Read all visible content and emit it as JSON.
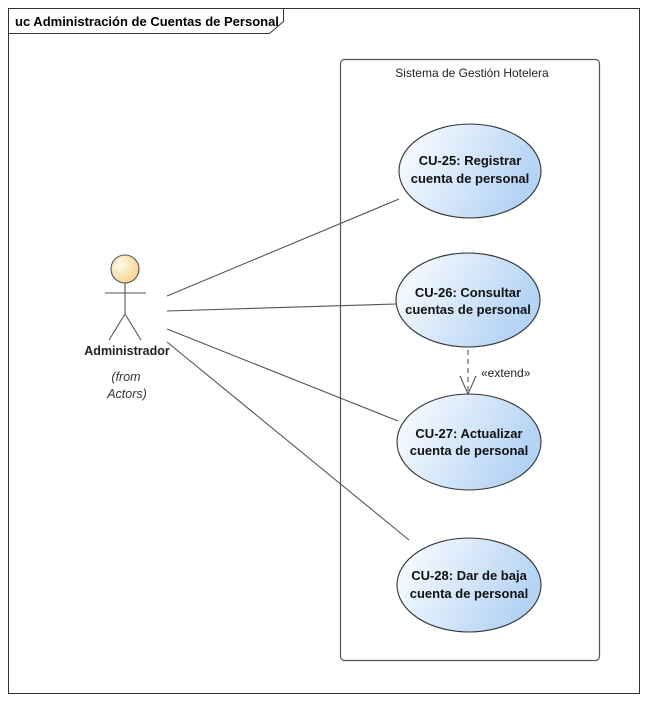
{
  "frame": {
    "title": "uc Administración de Cuentas de Personal"
  },
  "boundary": {
    "title": "Sistema de Gestión Hotelera"
  },
  "actor": {
    "name": "Administrador",
    "note_line1": "(from",
    "note_line2": "Actors)"
  },
  "use_cases": [
    {
      "id": "cu25",
      "line1": "CU-25: Registrar",
      "line2": "cuenta de personal"
    },
    {
      "id": "cu26",
      "line1": "CU-26: Consultar",
      "line2": "cuentas de personal"
    },
    {
      "id": "cu27",
      "line1": "CU-27: Actualizar",
      "line2": "cuenta de personal"
    },
    {
      "id": "cu28",
      "line1": "CU-28: Dar de baja",
      "line2": "cuenta de personal"
    }
  ],
  "extend": {
    "label": "«extend»"
  },
  "colors": {
    "uc_fill_light": "#ffffff",
    "uc_fill_dark": "#b4d3f5",
    "actor_head_light": "#fffbe8",
    "actor_head_dark": "#f3cf87",
    "line": "#555555",
    "border": "#333333"
  }
}
